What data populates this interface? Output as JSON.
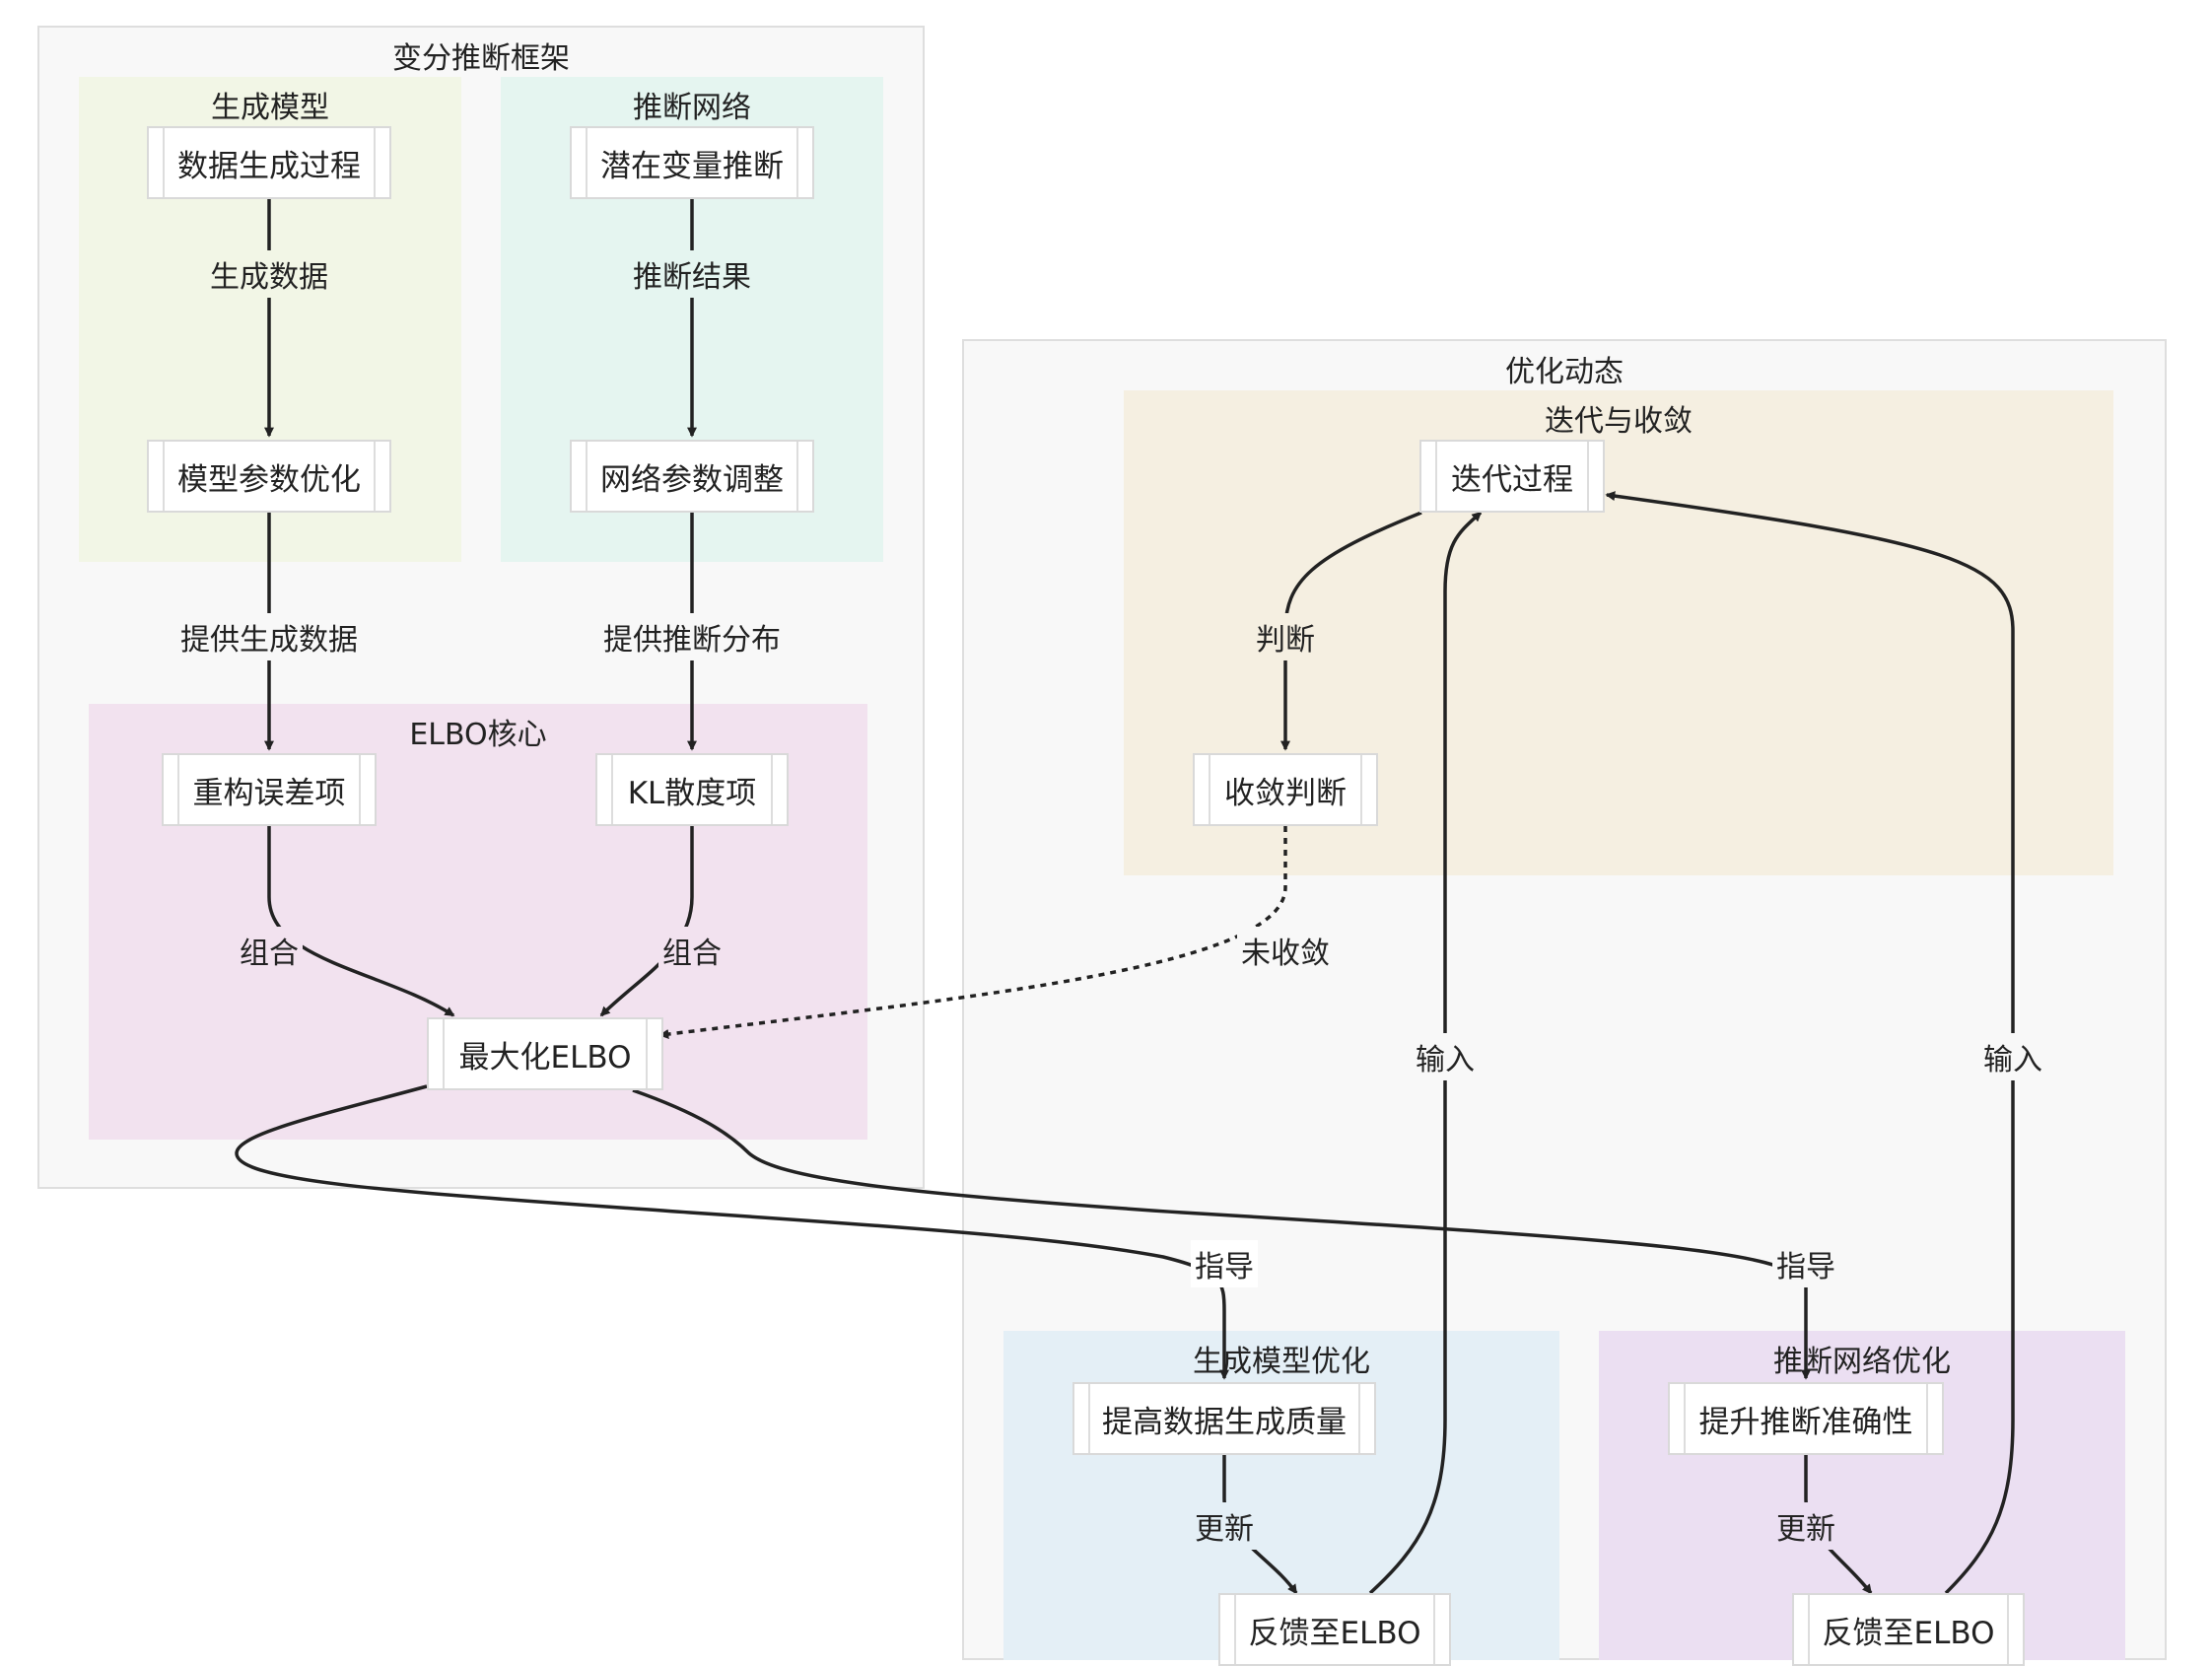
{
  "groups": {
    "framework": "变分推断框架",
    "generative": "生成模型",
    "inference": "推断网络",
    "elbo_core": "ELBO核心",
    "optimization": "优化动态",
    "iteration": "迭代与收敛",
    "gen_opt": "生成模型优化",
    "inf_opt": "推断网络优化"
  },
  "nodes": {
    "data_gen_process": "数据生成过程",
    "model_param_opt": "模型参数优化",
    "latent_inference": "潜在变量推断",
    "network_param_adjust": "网络参数调整",
    "reconstruction_error": "重构误差项",
    "kl_divergence": "KL散度项",
    "maximize_elbo": "最大化ELBO",
    "iteration_process": "迭代过程",
    "convergence_check": "收敛判断",
    "improve_gen_quality": "提高数据生成质量",
    "feedback_elbo_gen": "反馈至ELBO",
    "improve_inf_accuracy": "提升推断准确性",
    "feedback_elbo_inf": "反馈至ELBO"
  },
  "edge_labels": {
    "generate_data": "生成数据",
    "inference_result": "推断结果",
    "provide_gen_data": "提供生成数据",
    "provide_inf_dist": "提供推断分布",
    "combine_left": "组合",
    "combine_right": "组合",
    "judge": "判断",
    "not_converged": "未收敛",
    "input_left": "输入",
    "input_right": "输入",
    "guide_left": "指导",
    "guide_right": "指导",
    "update_left": "更新",
    "update_right": "更新"
  }
}
